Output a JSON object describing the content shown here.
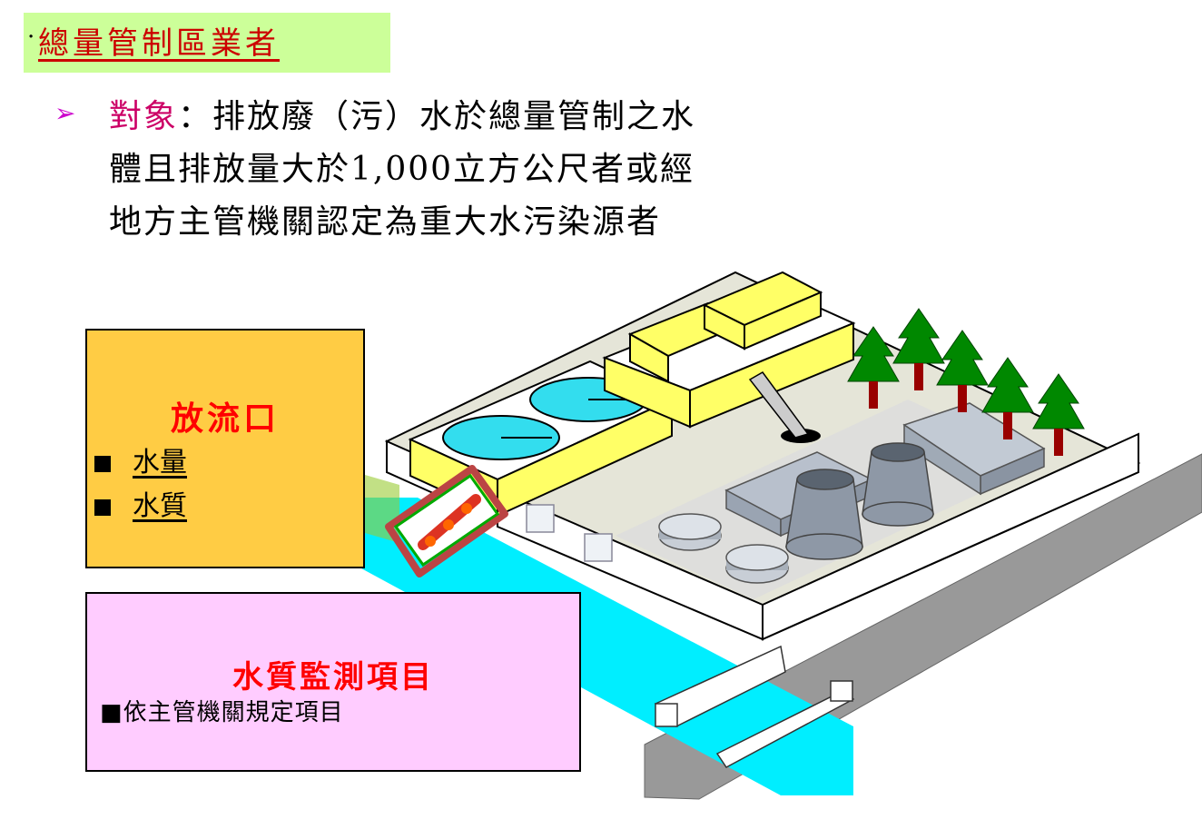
{
  "title": {
    "bullet": "·",
    "text": "總量管制區業者"
  },
  "target": {
    "bullet_icon": "triangle-arrow-icon",
    "label": "對象",
    "colon": "：",
    "text": "排放廢（污）水於總量管制之水體且排放量大於1,000立方公尺者或經地方主管機關認定為重大水污染源者"
  },
  "outlet": {
    "title": "放流口",
    "items": [
      "水量",
      "水質"
    ]
  },
  "monitoring": {
    "title": "水質監測項目",
    "item": "■依主管機關規定項目"
  },
  "colors": {
    "title_bg": "#ccff99",
    "title_text": "#cc0000",
    "highlight": "#cc0066",
    "outlet_bg": "#ffcc44",
    "monitor_bg": "#ffccff",
    "river": "#00eeff",
    "road": "#999999",
    "building": "#ffff66",
    "ground": "#e5e5d8",
    "tank": "#33ddee",
    "tree": "#008800"
  }
}
